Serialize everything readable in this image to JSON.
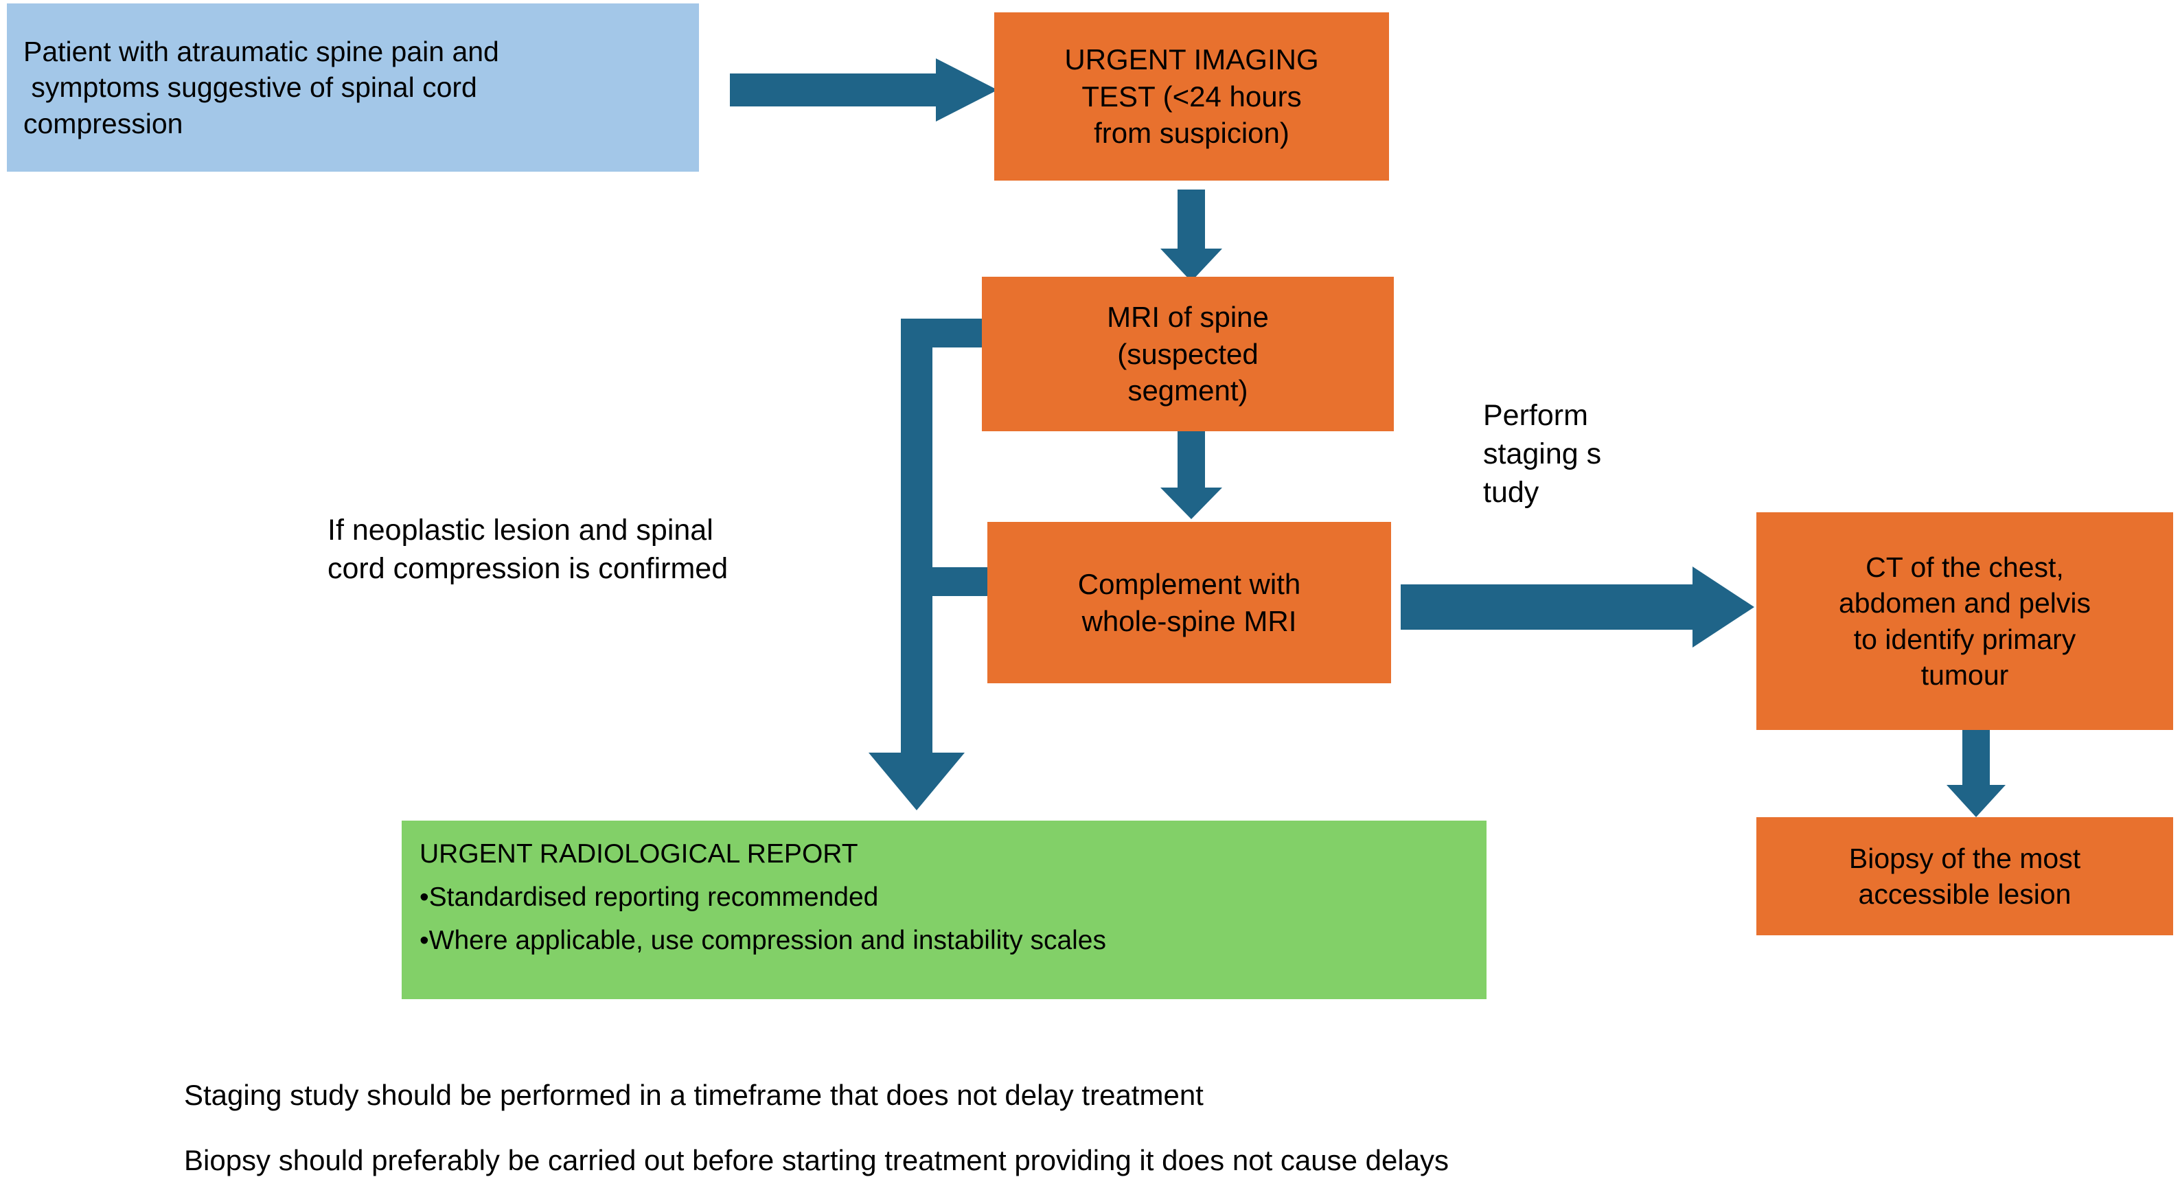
{
  "colors": {
    "blue_fill": "#a3c7e8",
    "orange_fill": "#e8712e",
    "green_fill": "#82d068",
    "arrow_blue": "#1f6488",
    "text": "#000000",
    "background": "#ffffff"
  },
  "nodes": {
    "patient": {
      "id": "patient-presentation-box",
      "lines": [
        "Patient with atraumatic spine pain and",
        " symptoms suggestive of spinal cord",
        "compression"
      ]
    },
    "urgent_imaging": {
      "id": "urgent-imaging-test-box",
      "lines": [
        "URGENT IMAGING",
        "TEST (<24 hours",
        "from suspicion)"
      ]
    },
    "mri_spine": {
      "id": "mri-of-spine-box",
      "lines": [
        "MRI of spine",
        "(suspected",
        "segment)"
      ]
    },
    "complement_mri": {
      "id": "complement-whole-spine-mri-box",
      "lines": [
        "Complement with",
        "whole-spine MRI"
      ]
    },
    "ct_staging": {
      "id": "ct-chest-abdomen-pelvis-box",
      "lines": [
        "CT of the chest,",
        "abdomen and pelvis",
        "to identify primary",
        "tumour"
      ]
    },
    "biopsy": {
      "id": "biopsy-box",
      "lines": [
        "Biopsy of the most",
        "accessible lesion"
      ]
    },
    "report": {
      "id": "urgent-radiological-report-box",
      "title": "URGENT RADIOLOGICAL REPORT",
      "bullets": [
        "•Standardised reporting recommended",
        "•Where applicable, use compression and instability scales"
      ]
    }
  },
  "labels": {
    "neoplastic_condition": "If neoplastic lesion and spinal\ncord compression is confirmed",
    "perform_staging": "Perform\nstaging s\ntudy"
  },
  "footnotes": [
    "Staging study should be performed in a timeframe that does not delay treatment",
    "Biopsy should preferably be carried out before starting treatment providing it does not cause delays"
  ],
  "arrows": [
    {
      "name": "patient-to-urgent-imaging-arrow",
      "direction": "right"
    },
    {
      "name": "urgent-imaging-to-mri-arrow",
      "direction": "down"
    },
    {
      "name": "mri-to-complement-arrow",
      "direction": "down"
    },
    {
      "name": "complement-to-ct-arrow",
      "direction": "right"
    },
    {
      "name": "ct-to-biopsy-arrow",
      "direction": "down"
    },
    {
      "name": "mri-complement-to-report-collector-arrow",
      "direction": "down-left-collector"
    }
  ]
}
